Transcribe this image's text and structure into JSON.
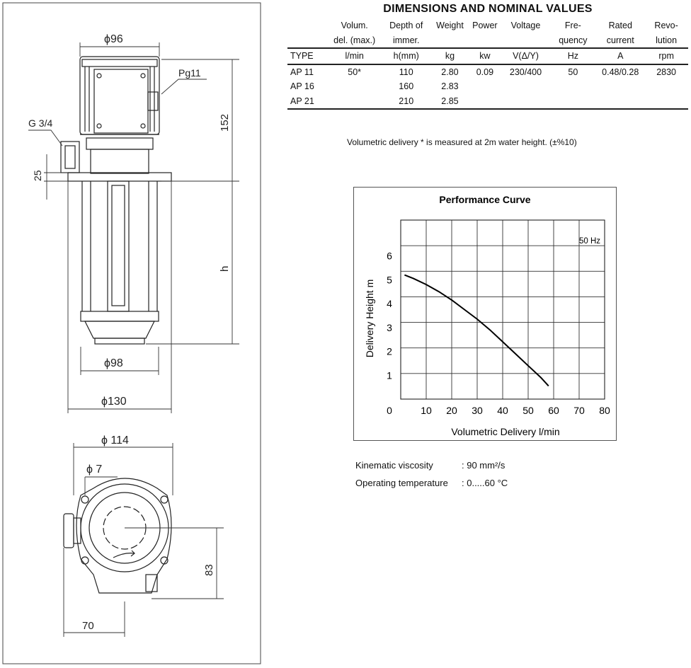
{
  "drawing": {
    "labels": {
      "d96": "ϕ96",
      "pg11": "Pg11",
      "g34": "G 3/4",
      "d152": "152",
      "d25": "25",
      "h": "h",
      "d98": "ϕ98",
      "d130": "ϕ130",
      "d114": "ϕ 114",
      "d7": "ϕ 7",
      "d83": "83",
      "d70": "70"
    }
  },
  "specs": {
    "title": "DIMENSIONS AND NOMINAL VALUES",
    "header1": [
      "",
      "Volum.",
      "Depth of",
      "Weight",
      "Power",
      "Voltage",
      "Fre-",
      "Rated",
      "Revo-"
    ],
    "header2": [
      "",
      "del. (max.)",
      "immer.",
      "",
      "",
      "",
      "quency",
      "current",
      "lution"
    ],
    "units": [
      "TYPE",
      "l/min",
      "h(mm)",
      "kg",
      "kw",
      "V(Δ/Y)",
      "Hz",
      "A",
      "rpm"
    ],
    "rows": [
      [
        "AP 11",
        "50*",
        "110",
        "2.80",
        "0.09",
        "230/400",
        "50",
        "0.48/0.28",
        "2830"
      ],
      [
        "AP 16",
        "",
        "160",
        "2.83",
        "",
        "",
        "",
        "",
        ""
      ],
      [
        "AP 21",
        "",
        "210",
        "2.85",
        "",
        "",
        "",
        "",
        ""
      ]
    ]
  },
  "note": "Volumetric delivery * is measured at 2m water height. (±%10)",
  "chart_data": {
    "type": "line",
    "title": "Performance Curve",
    "xlabel": "Volumetric Delivery   l/min",
    "ylabel": "Delivery Height   m",
    "annotation": "50 Hz",
    "xlim": [
      0,
      80
    ],
    "ylim": [
      0,
      7.5
    ],
    "xticks": [
      0,
      10,
      20,
      30,
      40,
      50,
      60,
      70,
      80
    ],
    "yticks": [
      1,
      2,
      3,
      4,
      5,
      6
    ],
    "grid": true,
    "series": [
      {
        "x": [
          1.5,
          5,
          10,
          15,
          20,
          25,
          30,
          35,
          40,
          45,
          50,
          55,
          58
        ],
        "y": [
          5.2,
          5.05,
          4.8,
          4.5,
          4.15,
          3.75,
          3.35,
          2.9,
          2.4,
          1.9,
          1.4,
          0.9,
          0.55
        ]
      }
    ]
  },
  "properties": [
    {
      "label": "Kinematic viscosity",
      "value": ": 90 mm²/s"
    },
    {
      "label": "Operating temperature",
      "value": ": 0.....60 °C"
    }
  ]
}
